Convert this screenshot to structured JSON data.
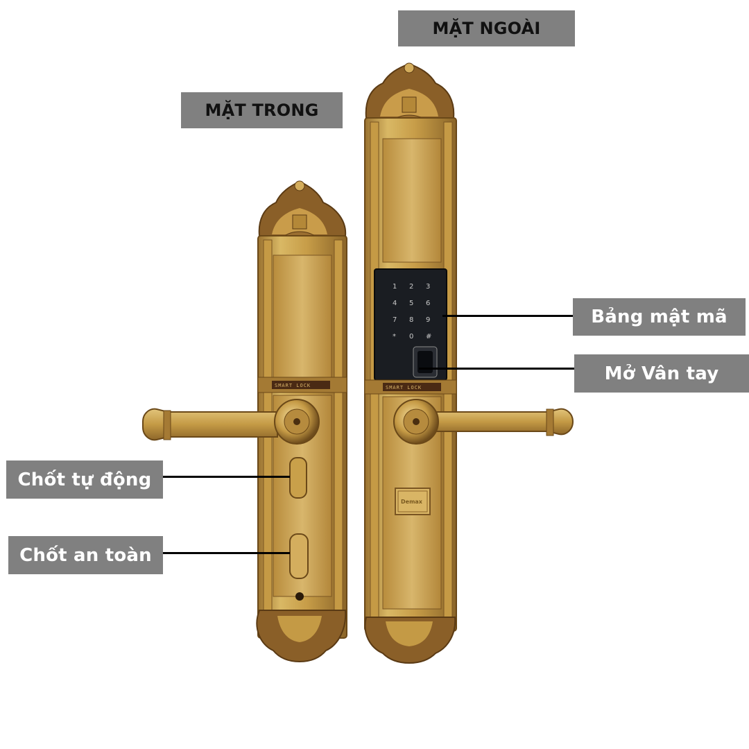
{
  "labels": {
    "outside": "MẶT NGOÀI",
    "inside": "MẶT TRONG",
    "keypad": "Bảng mật mã",
    "fingerprint": "Mở Vân tay",
    "auto_latch": "Chốt tự động",
    "safety_latch": "Chốt an toàn"
  },
  "lock": {
    "inner_plate_text": "SMART LOCK",
    "outer_plate_text": "SMART LOCK",
    "brand": "Demax",
    "keypad_keys": [
      "1",
      "2",
      "3",
      "4",
      "5",
      "6",
      "7",
      "8",
      "9",
      "*",
      "0",
      "#"
    ]
  },
  "colors": {
    "label_bg": "#808080",
    "brass": "#c9a04a",
    "brass_dark": "#7a5522",
    "keypad_bg": "#1a1d22"
  }
}
